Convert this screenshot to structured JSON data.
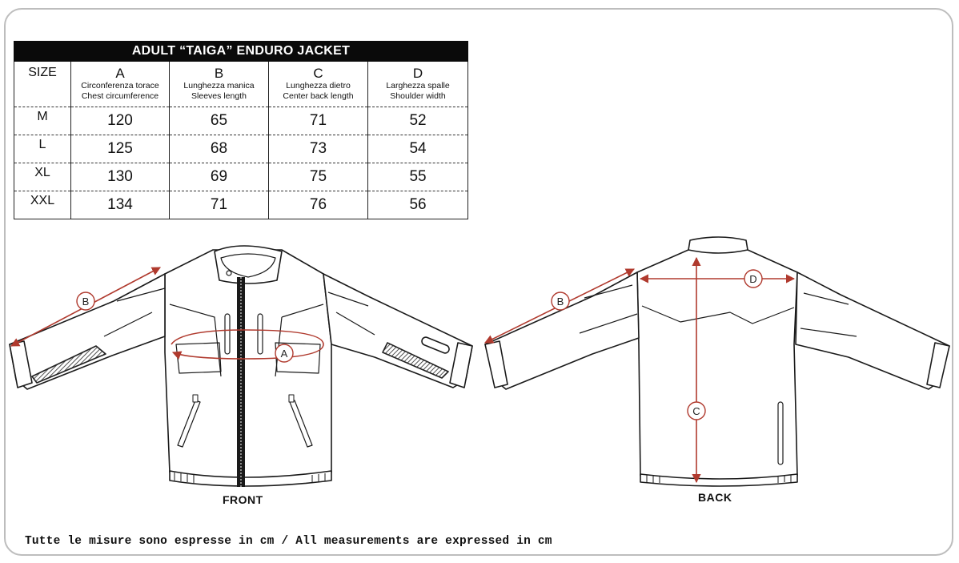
{
  "table": {
    "title": "ADULT “TAIGA” ENDURO JACKET",
    "size_header": "SIZE",
    "columns": [
      {
        "letter": "A",
        "it": "Circonferenza torace",
        "en": "Chest circumference"
      },
      {
        "letter": "B",
        "it": "Lunghezza manica",
        "en": "Sleeves length"
      },
      {
        "letter": "C",
        "it": "Lunghezza dietro",
        "en": "Center back length"
      },
      {
        "letter": "D",
        "it": "Larghezza spalle",
        "en": "Shoulder width"
      }
    ],
    "rows": [
      {
        "size": "M",
        "values": [
          "120",
          "65",
          "71",
          "52"
        ]
      },
      {
        "size": "L",
        "values": [
          "125",
          "68",
          "73",
          "54"
        ]
      },
      {
        "size": "XL",
        "values": [
          "130",
          "69",
          "75",
          "55"
        ]
      },
      {
        "size": "XXL",
        "values": [
          "134",
          "71",
          "76",
          "56"
        ]
      }
    ]
  },
  "diagram": {
    "front_label": "FRONT",
    "back_label": "BACK",
    "markers": {
      "a": "A",
      "b": "B",
      "c": "C",
      "d": "D"
    },
    "arrow_color": "#b03a2e"
  },
  "footnote": "Tutte le misure sono espresse in cm / All measurements are expressed in cm"
}
